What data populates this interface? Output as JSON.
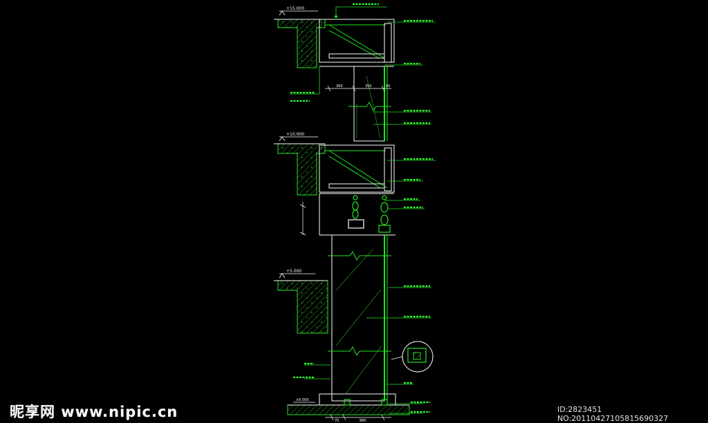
{
  "levels": {
    "top": "+15.000",
    "middle": "+10.000",
    "lower": "+5.000",
    "ground": "±0.000"
  },
  "dimensions": {
    "top_a": "300",
    "top_b": "350",
    "top_c": "60",
    "bottom_a": "70",
    "bottom_b": "880"
  },
  "watermark": {
    "logo": "昵享网 www.nipic.cn",
    "id": "ID:2823451 NO:20110427105815690327"
  },
  "colors": {
    "background": "#000000",
    "line_white": "#ffffff",
    "line_green": "#22e622",
    "text_green": "#33ff33",
    "hatch": "#1f8a1f"
  }
}
